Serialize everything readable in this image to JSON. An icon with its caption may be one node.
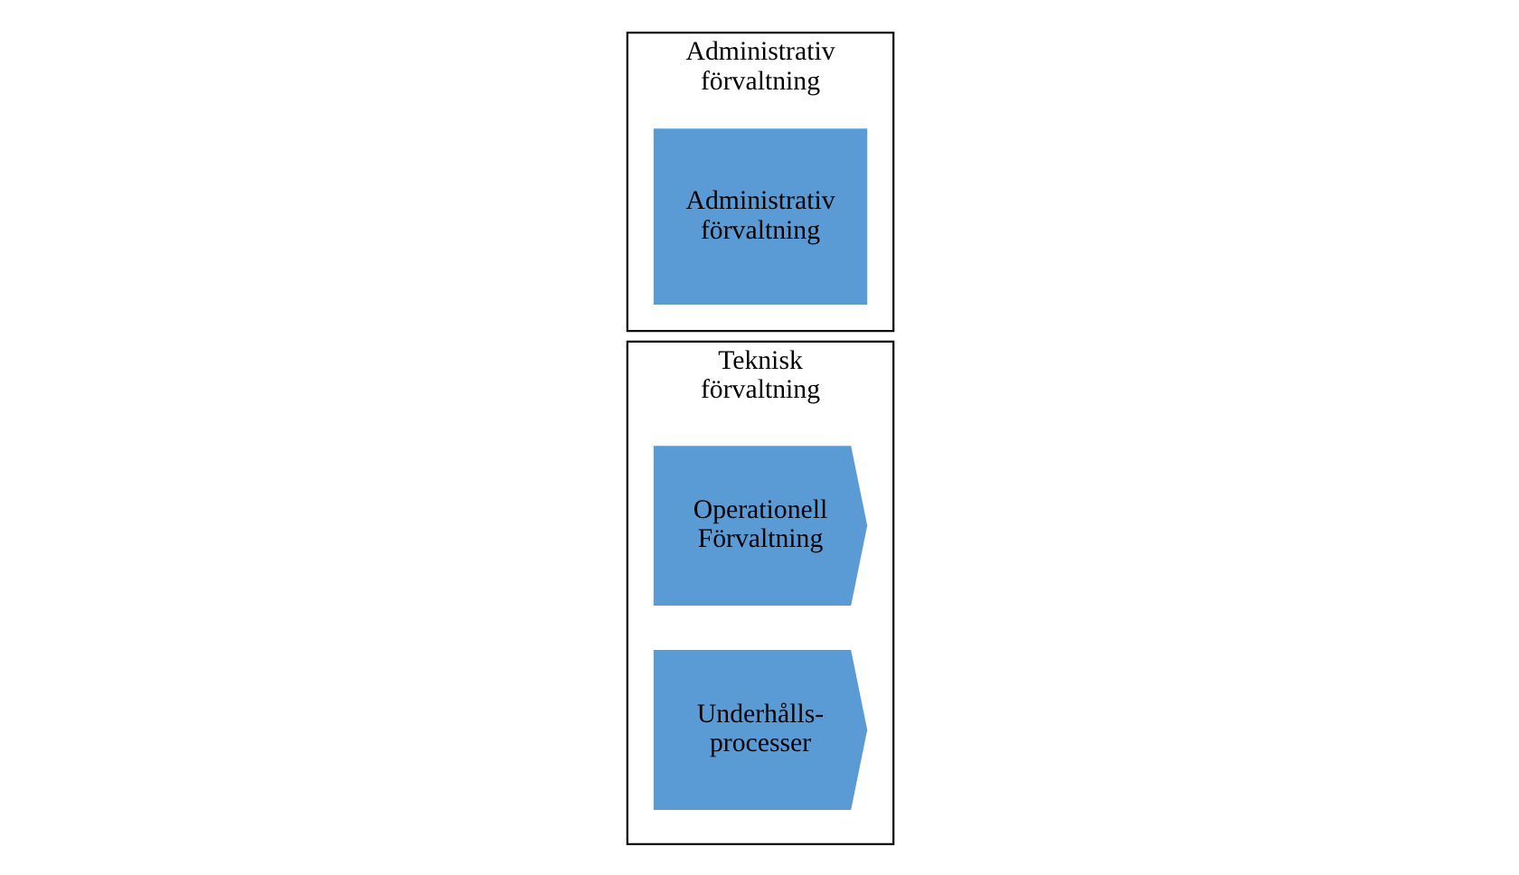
{
  "diagram": {
    "nodes": [
      {
        "text": [
          "Teknisk förvaltning"
        ]
      },
      {
        "text": [
          "Operationell Förvaltning"
        ],
        "in": 0
      },
      {
        "text": [
          "Underhålls- processer"
        ],
        "in": 0
      },
      {
        "text": [
          "Administrativ förvaltning"
        ]
      },
      {
        "text": [
          "Administrativ förvaltning"
        ],
        "in": 3
      }
    ]
  }
}
